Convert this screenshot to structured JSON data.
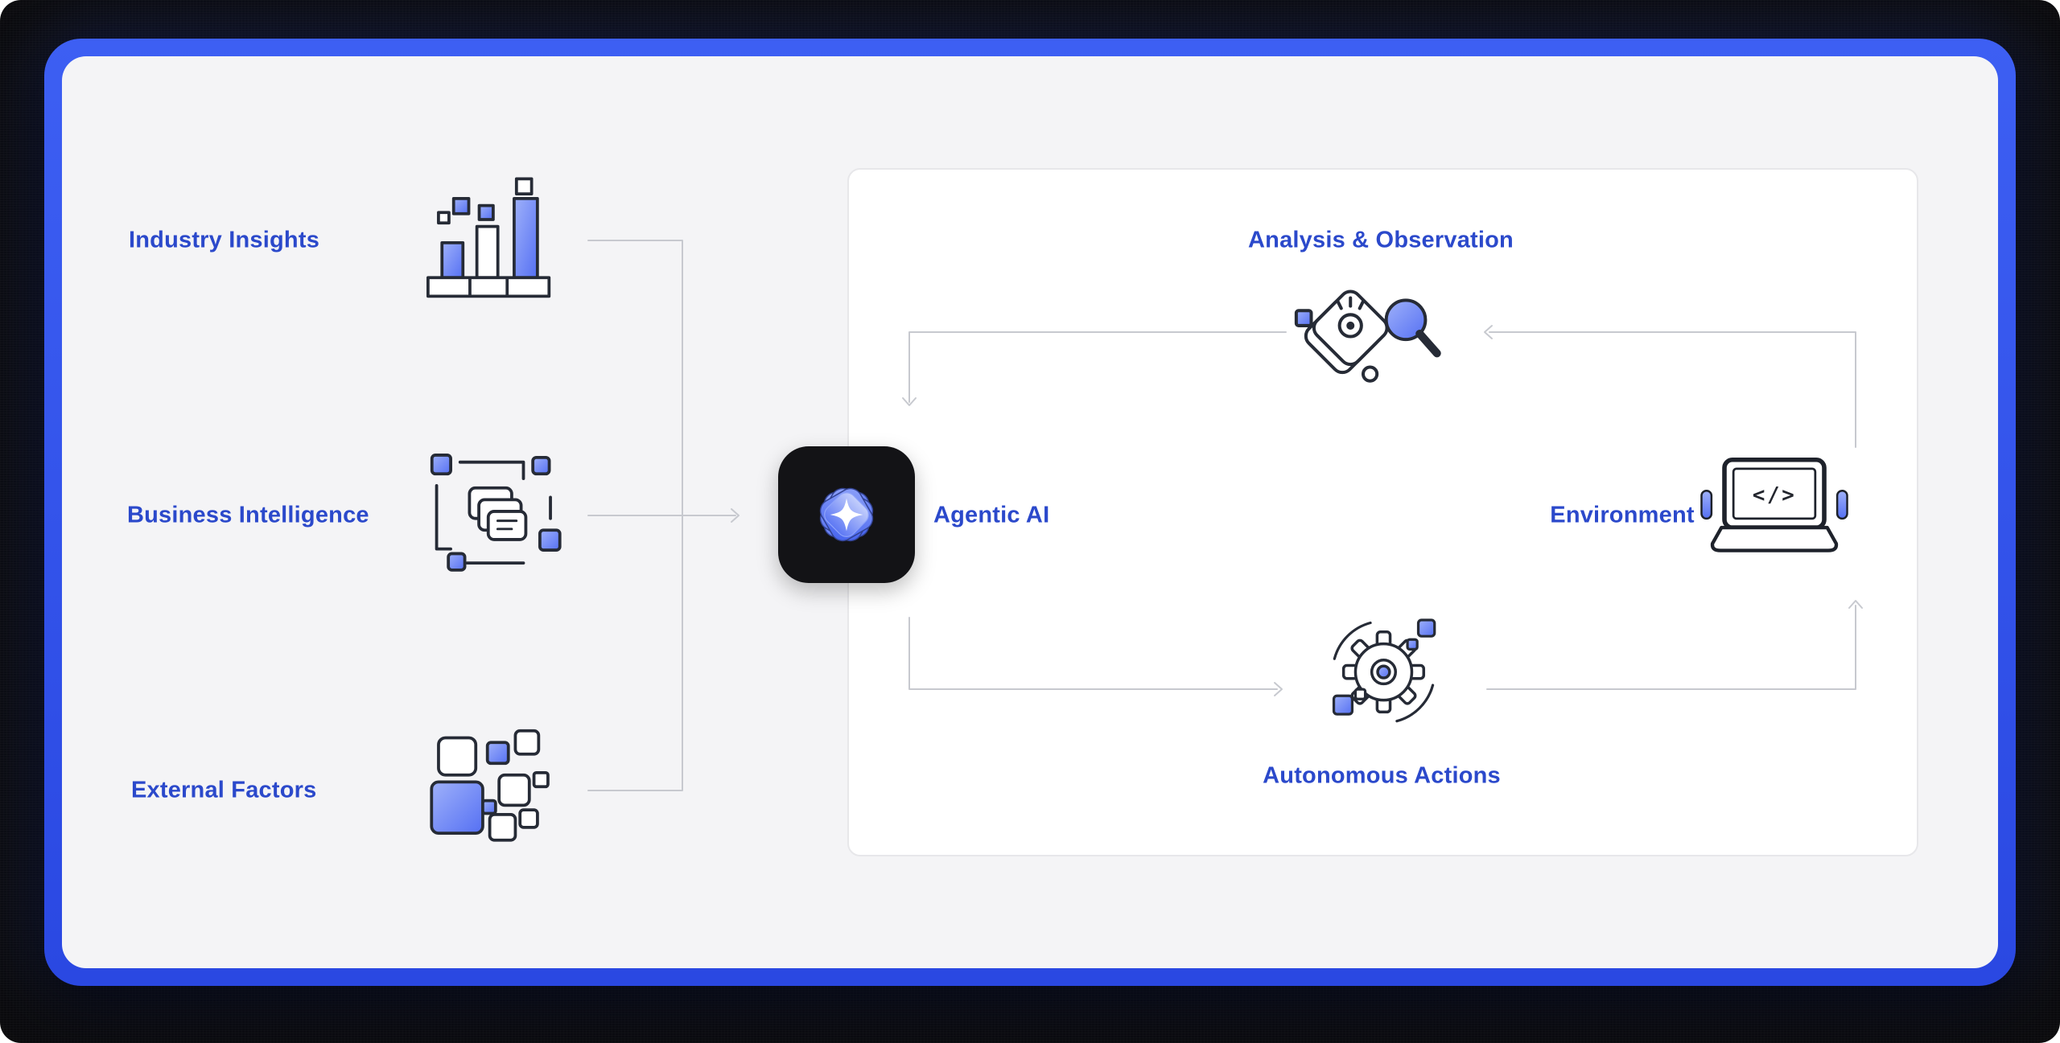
{
  "inputs": [
    {
      "label": "Industry Insights",
      "icon": "bar-chart-icon"
    },
    {
      "label": "Business Intelligence",
      "icon": "business-intelligence-icon"
    },
    {
      "label": "External Factors",
      "icon": "external-factors-icon"
    }
  ],
  "agent": {
    "label": "Agentic AI",
    "icon": "agentic-ai-logo"
  },
  "cycle": {
    "top": {
      "label": "Analysis & Observation",
      "icon": "analysis-observation-icon"
    },
    "right": {
      "label": "Environment",
      "icon": "environment-laptop-icon",
      "screen_glyph": "</>"
    },
    "bottom": {
      "label": "Autonomous Actions",
      "icon": "autonomous-actions-gear-icon"
    }
  },
  "flow_arrows": [
    {
      "from": "Industry Insights",
      "to": "Agentic AI"
    },
    {
      "from": "Business Intelligence",
      "to": "Agentic AI"
    },
    {
      "from": "External Factors",
      "to": "Agentic AI"
    },
    {
      "from": "Agentic AI",
      "to": "Autonomous Actions"
    },
    {
      "from": "Autonomous Actions",
      "to": "Environment"
    },
    {
      "from": "Environment",
      "to": "Analysis & Observation"
    },
    {
      "from": "Analysis & Observation",
      "to": "Agentic AI"
    }
  ],
  "colors": {
    "background": "#0c0c0e",
    "frame_blue": "#2f53ee",
    "panel_bg": "#f4f4f6",
    "card_bg": "#ffffff",
    "card_border": "#e7e7ea",
    "label_blue": "#2b49cb",
    "connector_gray": "#c7c9cf",
    "icon_outline": "#262b36",
    "icon_blue": "#5570f3",
    "ai_box_bg": "#131316"
  }
}
